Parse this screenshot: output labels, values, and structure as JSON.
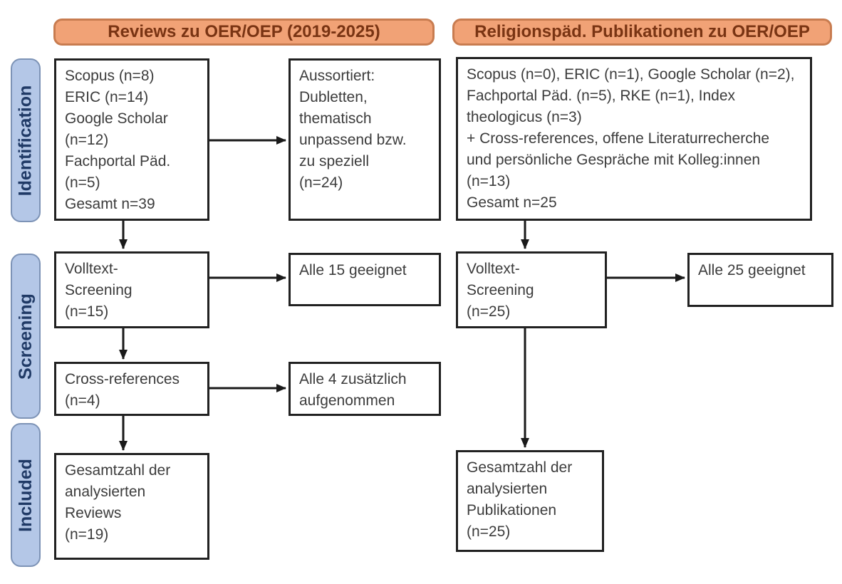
{
  "headers": {
    "left": "Reviews zu OER/OEP (2019-2025)",
    "right": "Religionspäd. Publikationen zu OER/OEP"
  },
  "stage_labels": {
    "identification": "Identification",
    "screening": "Screening",
    "included": "Included"
  },
  "boxes": {
    "left_sources": "Scopus (n=8)\nERIC (n=14)\nGoogle Scholar\n(n=12)\nFachportal Päd.\n(n=5)\nGesamt n=39",
    "left_excluded": "Aussortiert:\nDubletten,\nthematisch\nunpassend bzw.\nzu speziell\n(n=24)",
    "left_fulltext": "Volltext-\nScreening\n(n=15)",
    "left_fulltext_result": "Alle 15 geeignet",
    "left_crossref": "Cross-references\n(n=4)",
    "left_crossref_result": "Alle 4 zusätzlich\naufgenommen",
    "left_included": "Gesamtzahl der\nanalysierten\nReviews\n(n=19)",
    "right_sources": "Scopus (n=0), ERIC (n=1), Google Scholar (n=2),\nFachportal Päd. (n=5), RKE (n=1), Index\ntheologicus (n=3)\n+ Cross-references, offene Literaturrecherche\nund persönliche Gespräche mit Kolleg:innen\n(n=13)\nGesamt n=25",
    "right_fulltext": "Volltext-\nScreening\n(n=25)",
    "right_fulltext_result": "Alle 25 geeignet",
    "right_included": "Gesamtzahl der\nanalysierten\nPublikationen\n(n=25)"
  },
  "colors": {
    "header_fill": "#F1A276",
    "header_border": "#C87C50",
    "header_text": "#793413",
    "stage_fill": "#B4C7E7",
    "stage_border": "#7D93B6",
    "stage_text": "#203A66",
    "box_border": "#212121",
    "box_text": "#3C3C3C",
    "arrow": "#1A1A1A"
  }
}
